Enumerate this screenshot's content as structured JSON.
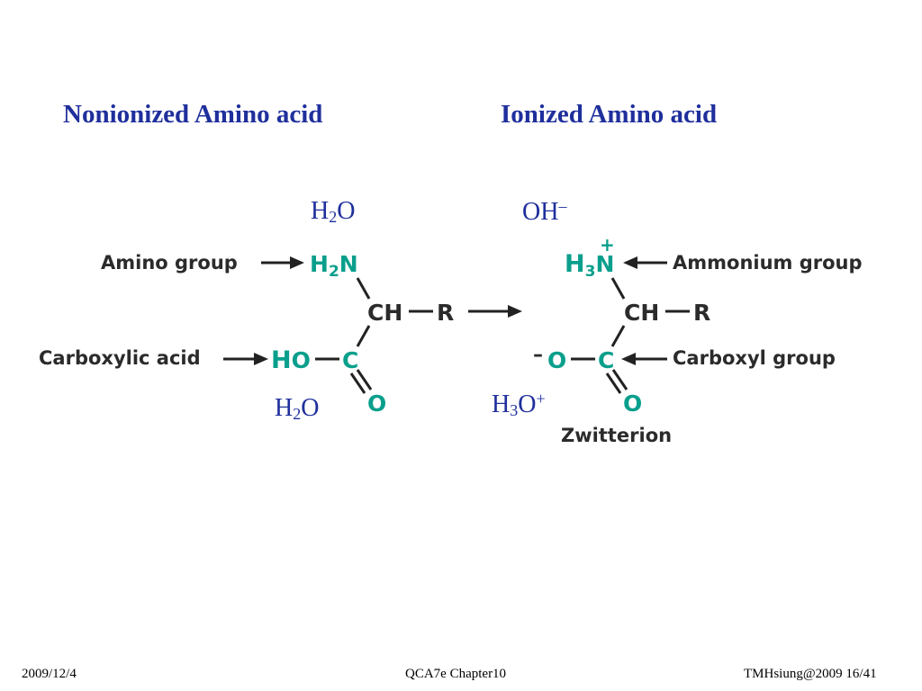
{
  "headings": {
    "nonionized": "Nonionized Amino acid",
    "ionized": "Ionized Amino acid"
  },
  "species": {
    "water_top": {
      "base": "H",
      "sub": "2",
      "tail": "O"
    },
    "hydroxide": {
      "base": "OH",
      "sup": "–"
    },
    "water_bottom": {
      "base": "H",
      "sub": "2",
      "tail": "O"
    },
    "hydronium": {
      "base": "H",
      "sub": "3",
      "tail": "O",
      "sup": "+"
    }
  },
  "nonionized": {
    "amino_group_label": "Amino group",
    "carboxylic_acid_label": "Carboxylic acid",
    "amine_h": "H",
    "amine_sub": "2",
    "amine_n": "N",
    "ch": "CH",
    "r": "R",
    "hydroxyl_h": "H",
    "hydroxyl_o": "O",
    "carbon": "C",
    "carbonyl_o": "O"
  },
  "ionized": {
    "ammonium_group_label": "Ammonium group",
    "carboxyl_group_label": "Carboxyl group",
    "zwitterion_label": "Zwitterion",
    "plus_charge": "+",
    "ammonium_h": "H",
    "ammonium_sub": "3",
    "ammonium_n": "N",
    "ch": "CH",
    "r": "R",
    "minus_charge": "–",
    "carboxylate_o": "O",
    "carbon": "C",
    "carbonyl_o": "O"
  },
  "footer": {
    "date": "2009/12/4",
    "course": "QCA7e Chapter10",
    "credit": "TMHsiung@2009 16/41"
  },
  "colors": {
    "title_blue": "#1f2f9c",
    "teal": "#0a9f8c",
    "label_dark": "#2b2b2b",
    "bond": "#222222"
  }
}
